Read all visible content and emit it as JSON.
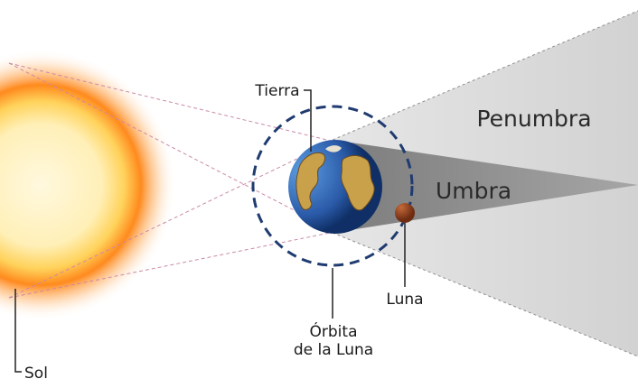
{
  "labels": {
    "earth": "Tierra",
    "penumbra": "Penumbra",
    "umbra": "Umbra",
    "moon": "Luna",
    "orbit_line1": "Órbita",
    "orbit_line2": "de la Luna",
    "sun": "Sol"
  },
  "colors": {
    "sun_core": "#fff3c8",
    "sun_rim": "#ff8a1e",
    "penumbra": "#d9d9d9",
    "umbra": "#8f8f8f",
    "earth_ocean": "#2f63b5",
    "earth_land": "#c9a14a",
    "moon": "#8a3d1e",
    "orbit": "#1f3b70",
    "guide_lines": "#c98aa8"
  }
}
